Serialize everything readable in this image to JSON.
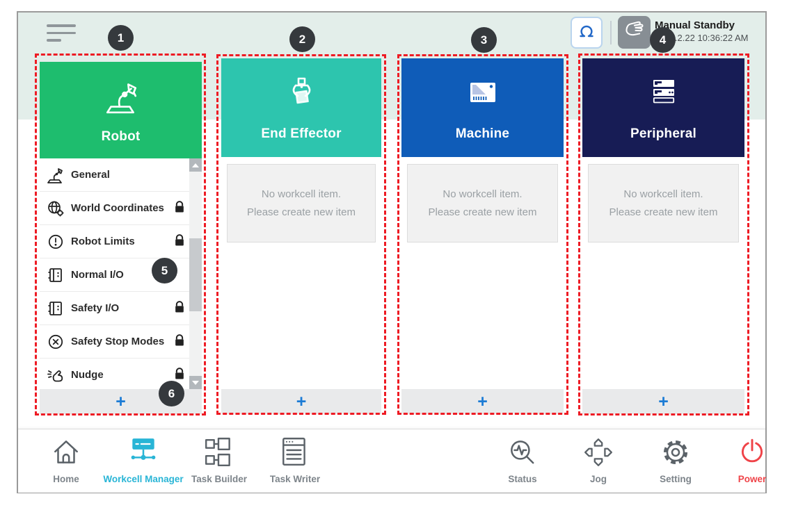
{
  "window": {
    "status_title": "Manual Standby",
    "status_datetime": "2022.2.22 10:36:22 AM",
    "menu_icon": "hamburger-icon",
    "robot_mode_icon": "gripper-icon",
    "manual_mode_icon": "hand-icon"
  },
  "annotations": {
    "labels": [
      "1",
      "2",
      "3",
      "4",
      "5",
      "6"
    ],
    "color": "#ee1b24"
  },
  "columns": [
    {
      "title": "Robot",
      "icon": "robot-arm-icon",
      "color": "#1ebd6e",
      "items": [
        {
          "label": "General",
          "icon": "robot-arm-icon",
          "locked": false
        },
        {
          "label": "World Coordinates",
          "icon": "world-coordinates-icon",
          "locked": true
        },
        {
          "label": "Robot Limits",
          "icon": "robot-limits-icon",
          "locked": true
        },
        {
          "label": "Normal I/O",
          "icon": "io-icon",
          "locked": false
        },
        {
          "label": "Safety I/O",
          "icon": "io-icon",
          "locked": true
        },
        {
          "label": "Safety Stop Modes",
          "icon": "safety-stop-icon",
          "locked": true
        },
        {
          "label": "Nudge",
          "icon": "nudge-icon",
          "locked": true
        }
      ]
    },
    {
      "title": "End Effector",
      "icon": "gripper-icon",
      "color": "#2dc5ae"
    },
    {
      "title": "Machine",
      "icon": "machine-icon",
      "color": "#0f5cb8"
    },
    {
      "title": "Peripheral",
      "icon": "peripheral-icon",
      "color": "#171c55"
    }
  ],
  "empty_state": {
    "line1": "No workcell item.",
    "line2": "Please create new item"
  },
  "controls": {
    "add_label": "+"
  },
  "nav": {
    "items": [
      {
        "label": "Home",
        "icon": "home-icon",
        "active": false
      },
      {
        "label": "Workcell Manager",
        "icon": "workcell-manager-icon",
        "active": true
      },
      {
        "label": "Task Builder",
        "icon": "task-builder-icon",
        "active": false
      },
      {
        "label": "Task Writer",
        "icon": "task-writer-icon",
        "active": false
      },
      {
        "label": "Status",
        "icon": "status-icon",
        "active": false
      },
      {
        "label": "Jog",
        "icon": "jog-icon",
        "active": false
      },
      {
        "label": "Setting",
        "icon": "setting-icon",
        "active": false
      },
      {
        "label": "Power",
        "icon": "power-icon",
        "active": false
      }
    ]
  },
  "colors": {
    "background_band": "#e3eeea",
    "robot_green": "#1ebd6e",
    "end_effector_teal": "#2dc5ae",
    "machine_blue": "#0f5cb8",
    "peripheral_navy": "#171c55",
    "annotation_red": "#ee1b24",
    "nav_active_cyan": "#29b5d6",
    "power_red": "#ef4348",
    "add_plus_blue": "#1c7cd5"
  }
}
